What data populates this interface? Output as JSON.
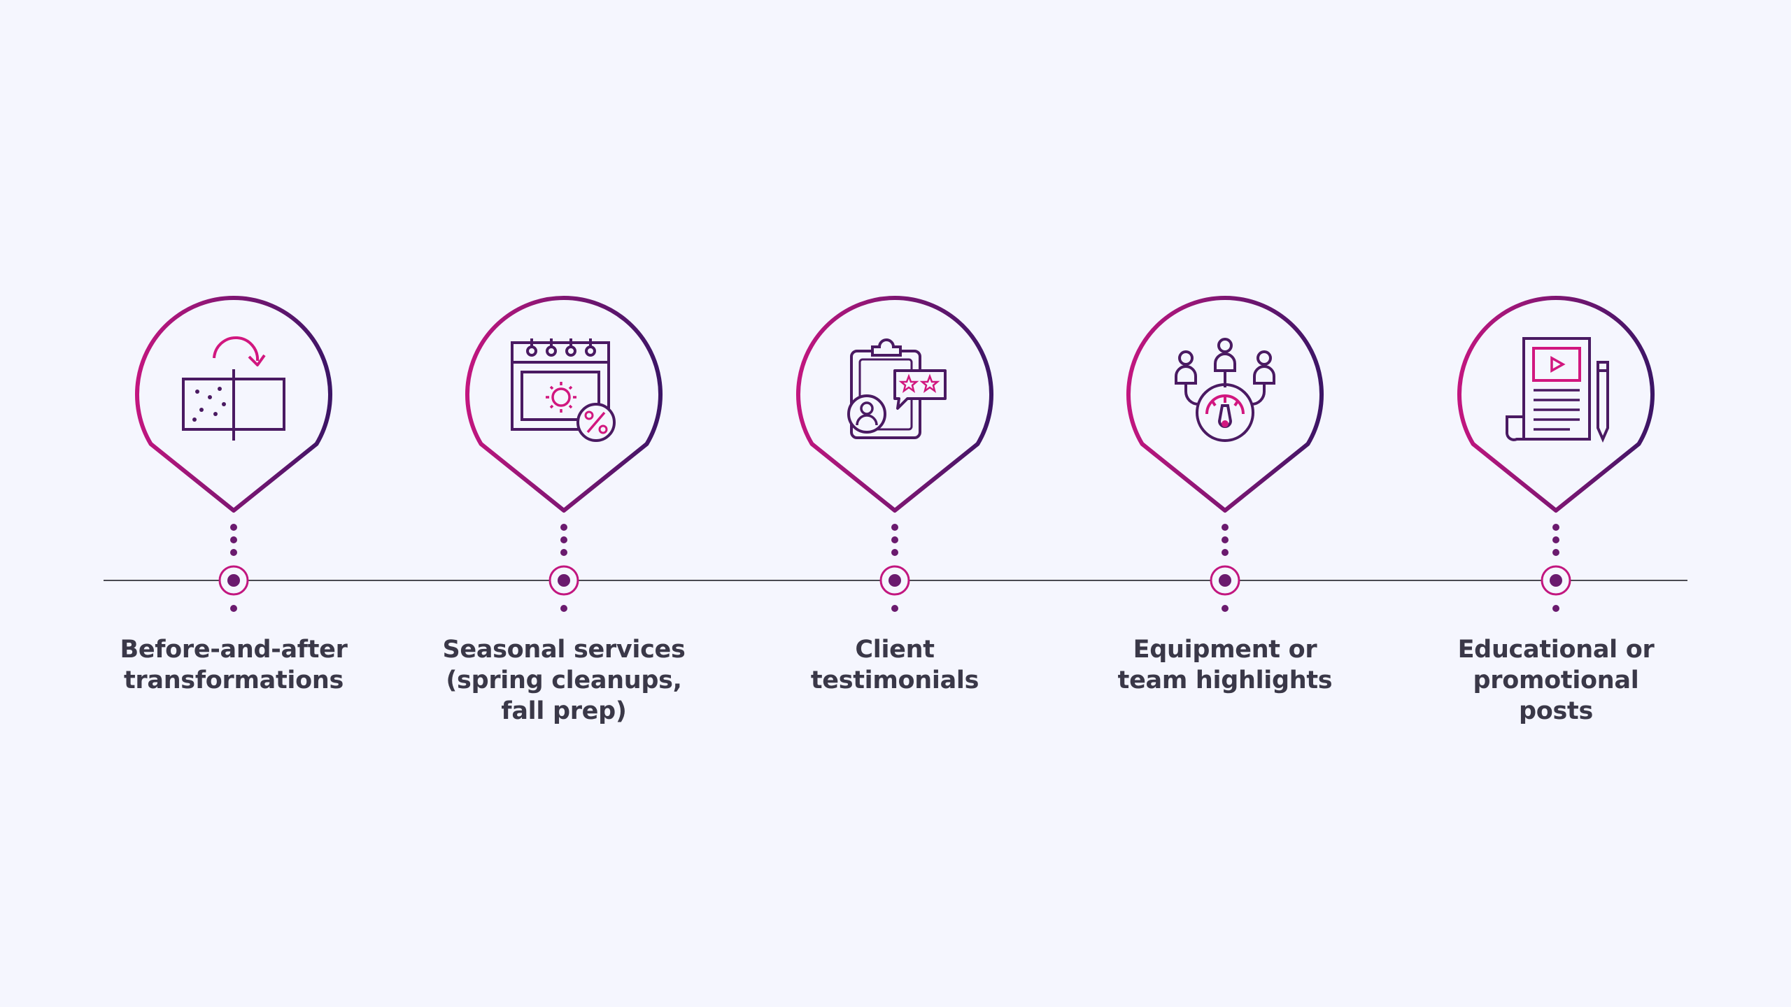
{
  "colors": {
    "background": "#f5f6fe",
    "gradient_start": "#c2167f",
    "gradient_end": "#3c1566",
    "timeline_line": "#4a4a52",
    "node_fill": "#6a1a6e",
    "dot": "#6a1a6e",
    "icon_dark": "#4a1a62",
    "icon_accent": "#d1177f",
    "label_text": "#3a3848"
  },
  "milestones": [
    {
      "icon": "before-after-icon",
      "label_lines": [
        "Before-and-after",
        "transformations"
      ]
    },
    {
      "icon": "seasonal-calendar-icon",
      "label_lines": [
        "Seasonal services",
        "(spring cleanups,",
        "fall prep)"
      ]
    },
    {
      "icon": "client-testimonial-icon",
      "label_lines": [
        "Client",
        "testimonials"
      ]
    },
    {
      "icon": "team-equipment-icon",
      "label_lines": [
        "Equipment or",
        "team highlights"
      ]
    },
    {
      "icon": "educational-post-icon",
      "label_lines": [
        "Educational or",
        "promotional",
        "posts"
      ]
    }
  ]
}
